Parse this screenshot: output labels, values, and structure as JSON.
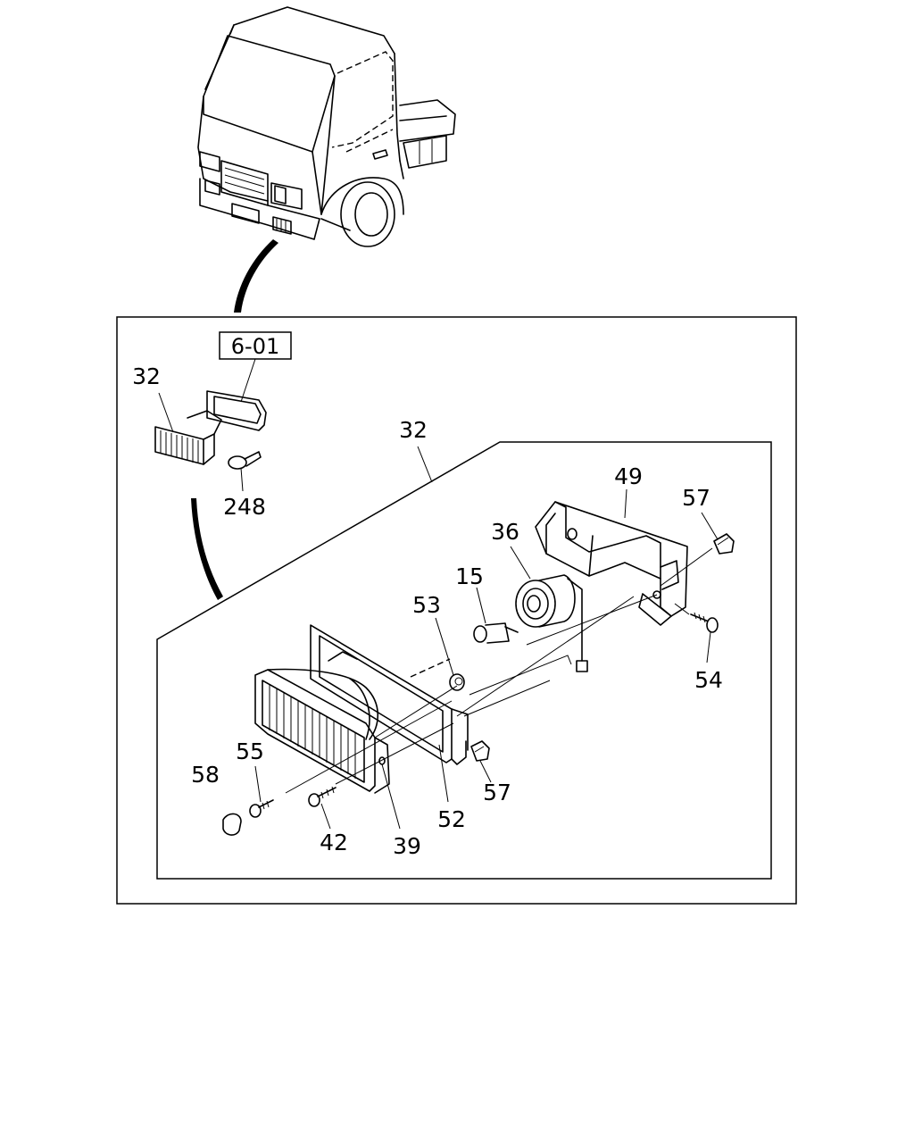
{
  "reference_box": {
    "text": "6-01"
  },
  "callouts": [
    {
      "id": "32a",
      "text": "32"
    },
    {
      "id": "248",
      "text": "248"
    },
    {
      "id": "32b",
      "text": "32"
    },
    {
      "id": "49",
      "text": "49"
    },
    {
      "id": "57a",
      "text": "57"
    },
    {
      "id": "36",
      "text": "36"
    },
    {
      "id": "15",
      "text": "15"
    },
    {
      "id": "53",
      "text": "53"
    },
    {
      "id": "54",
      "text": "54"
    },
    {
      "id": "55",
      "text": "55"
    },
    {
      "id": "58",
      "text": "58"
    },
    {
      "id": "57b",
      "text": "57"
    },
    {
      "id": "42",
      "text": "42"
    },
    {
      "id": "52",
      "text": "52"
    },
    {
      "id": "39",
      "text": "39"
    }
  ]
}
